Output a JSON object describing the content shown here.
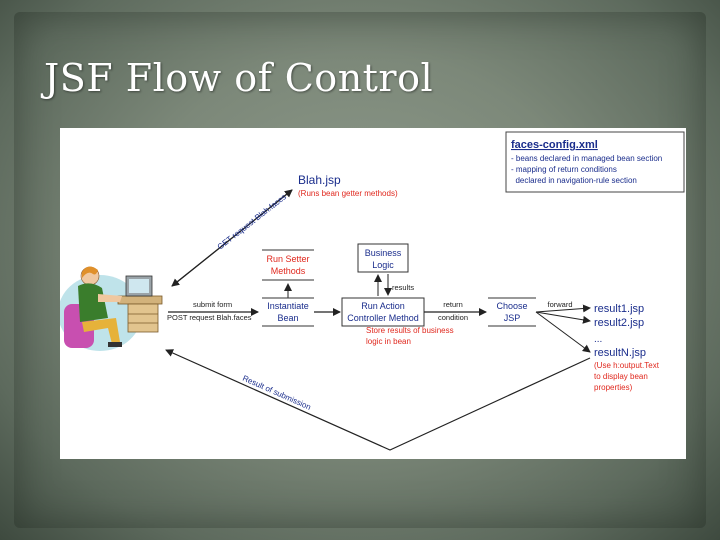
{
  "slide": {
    "title": "JSF Flow of Control"
  },
  "config_note": {
    "heading": "faces-config.xml",
    "lines": [
      "- beans declared in managed bean section",
      "- mapping of return conditions",
      "  declared in navigation-rule section"
    ]
  },
  "blah_jsp": {
    "name": "Blah.jsp",
    "note": "(Runs bean getter methods)"
  },
  "labels": {
    "get_request": "GET request Blah.faces",
    "submit_form": "submit form",
    "post_request": "POST request Blah.faces",
    "results": "results",
    "return_condition_1": "return",
    "return_condition_2": "condition",
    "forward": "forward",
    "result_of_submission": "Result of submission"
  },
  "boxes": {
    "run_setter": [
      "Run Setter",
      "Methods"
    ],
    "instantiate": [
      "Instantiate",
      "Bean"
    ],
    "business": [
      "Business",
      "Logic"
    ],
    "run_action": [
      "Run Action",
      "Controller Method"
    ],
    "choose": [
      "Choose",
      "JSP"
    ]
  },
  "store_note": [
    "Store results of business",
    "logic in bean"
  ],
  "results_list": {
    "r1": "result1.jsp",
    "r2": "result2.jsp",
    "dots": "...",
    "rN": "resultN.jsp"
  },
  "resultN_note": [
    "(Use h:output.Text",
    "to display bean",
    "properties)"
  ],
  "colors": {
    "red": "#e0281e",
    "blue": "#1a2d8c",
    "dark": "#222222"
  }
}
